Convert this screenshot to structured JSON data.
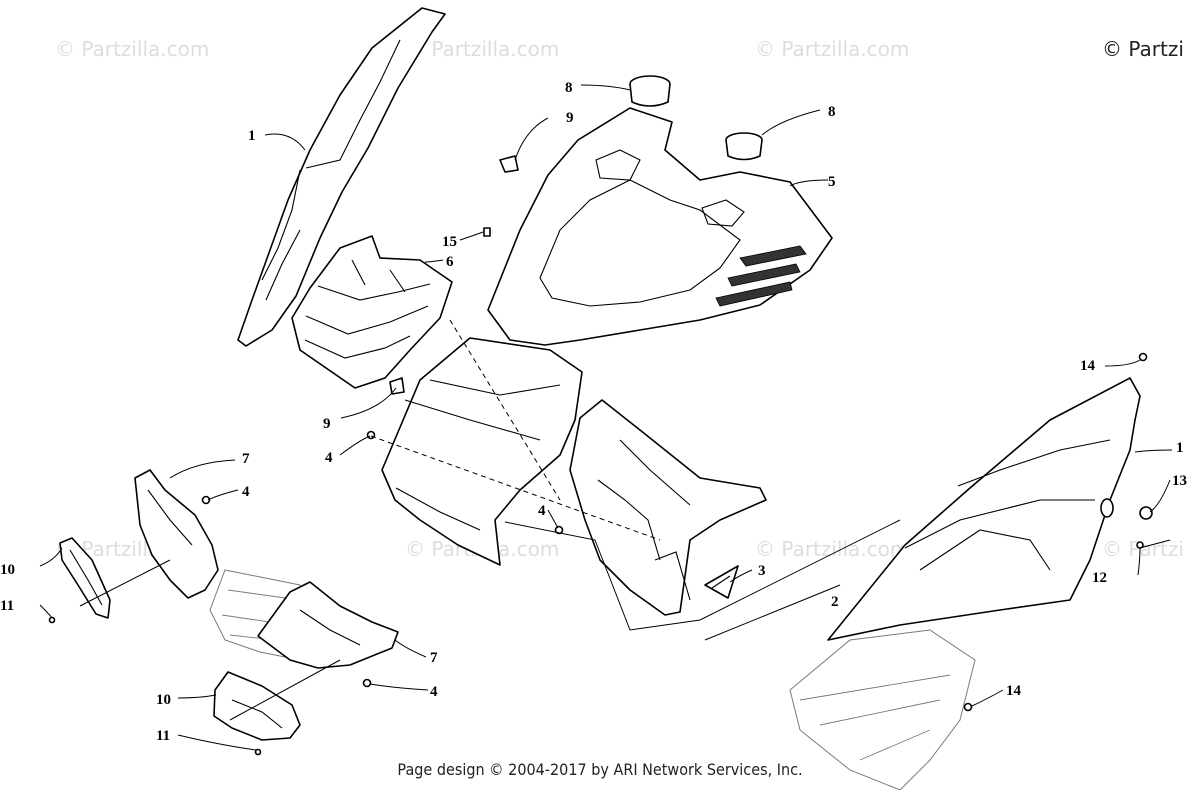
{
  "watermarks": {
    "text": "© Partzilla.com",
    "corner_text": "© Partzi"
  },
  "callouts": [
    {
      "id": "c1a",
      "label": "1"
    },
    {
      "id": "c1b",
      "label": "1"
    },
    {
      "id": "c2",
      "label": "2"
    },
    {
      "id": "c3",
      "label": "3"
    },
    {
      "id": "c4a",
      "label": "4"
    },
    {
      "id": "c4b",
      "label": "4"
    },
    {
      "id": "c4c",
      "label": "4"
    },
    {
      "id": "c4d",
      "label": "4"
    },
    {
      "id": "c5",
      "label": "5"
    },
    {
      "id": "c6",
      "label": "6"
    },
    {
      "id": "c7a",
      "label": "7"
    },
    {
      "id": "c7b",
      "label": "7"
    },
    {
      "id": "c8a",
      "label": "8"
    },
    {
      "id": "c8b",
      "label": "8"
    },
    {
      "id": "c9a",
      "label": "9"
    },
    {
      "id": "c9b",
      "label": "9"
    },
    {
      "id": "c10a",
      "label": "10"
    },
    {
      "id": "c10b",
      "label": "10"
    },
    {
      "id": "c11a",
      "label": "11"
    },
    {
      "id": "c11b",
      "label": "11"
    },
    {
      "id": "c12",
      "label": "12"
    },
    {
      "id": "c13",
      "label": "13"
    },
    {
      "id": "c14a",
      "label": "14"
    },
    {
      "id": "c14b",
      "label": "14"
    },
    {
      "id": "c15",
      "label": "15"
    }
  ],
  "footer": {
    "text": "Page design © 2004-2017 by ARI Network Services, Inc."
  }
}
